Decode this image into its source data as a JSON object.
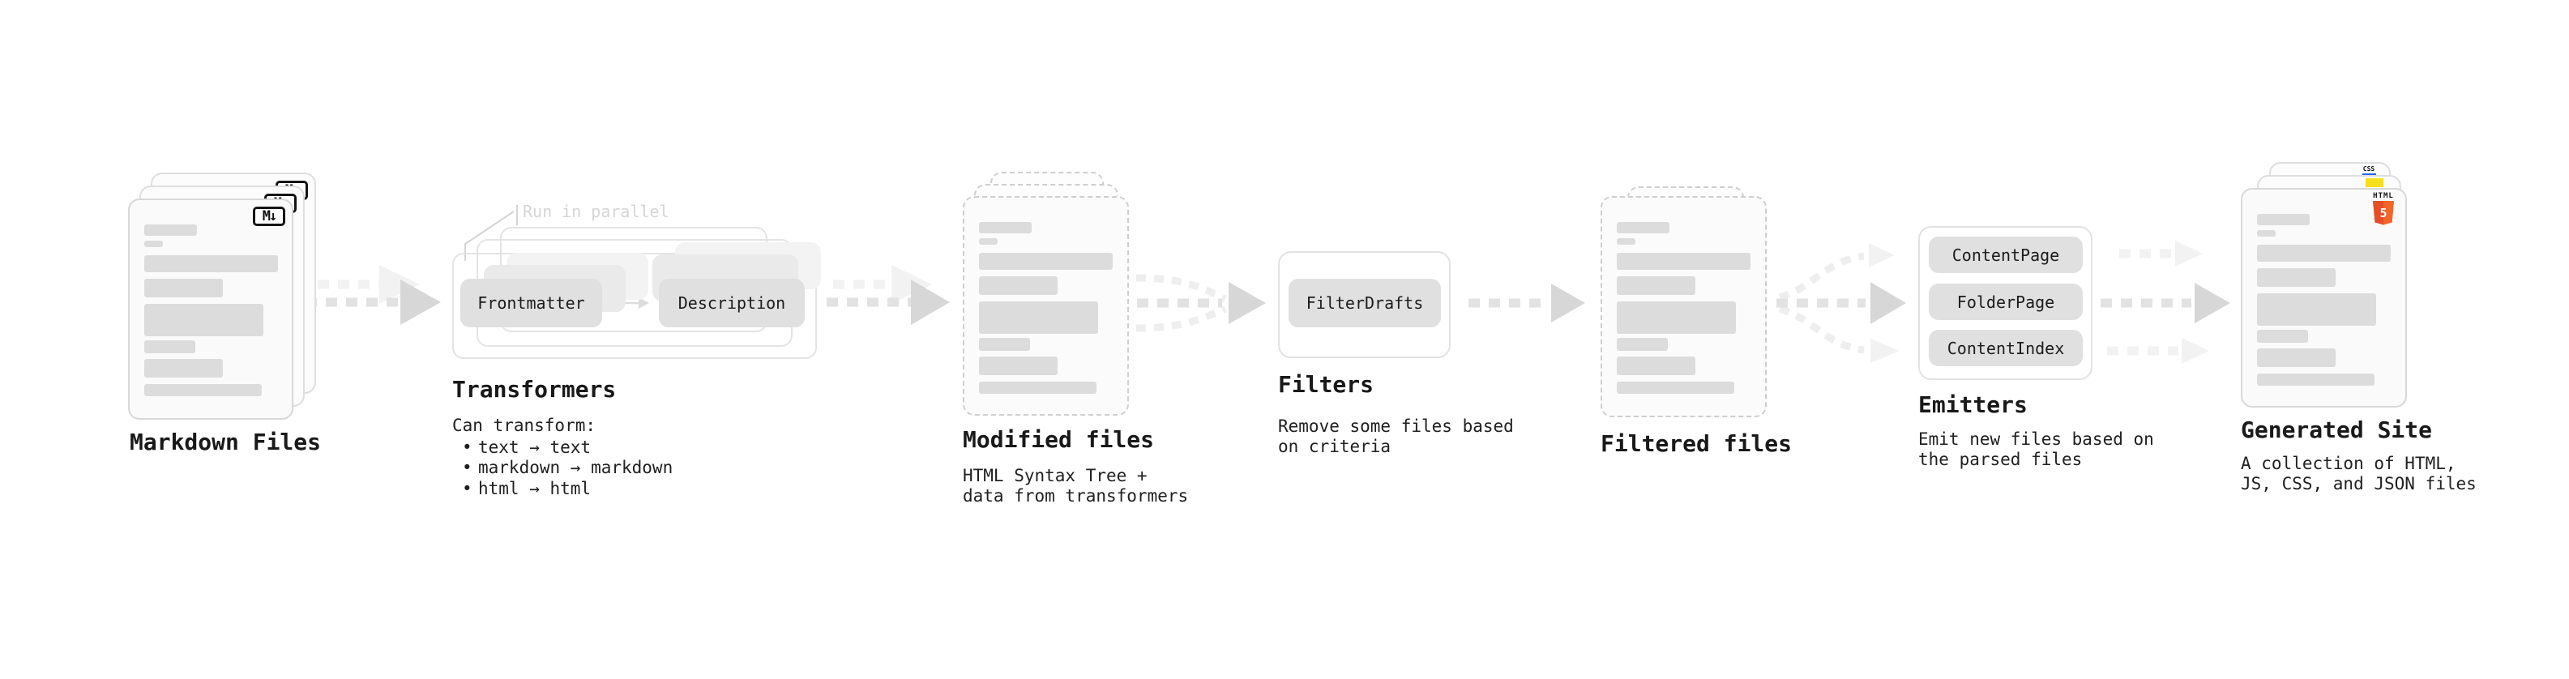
{
  "stages": {
    "markdown": {
      "label": "Markdown Files"
    },
    "transformers": {
      "label": "Transformers",
      "annotation": "Run in parallel",
      "buttons": [
        "Frontmatter",
        "Description"
      ],
      "sub_title": "Can transform:",
      "bullet_marker": "•",
      "bullets": [
        "text → text",
        "markdown → markdown",
        "html → html"
      ]
    },
    "modified": {
      "label": "Modified files",
      "sub": [
        "HTML Syntax Tree +",
        "data from transformers"
      ]
    },
    "filters": {
      "label": "Filters",
      "button": "FilterDrafts",
      "sub": [
        "Remove some files based",
        "on criteria"
      ]
    },
    "filtered": {
      "label": "Filtered files"
    },
    "emitters": {
      "label": "Emitters",
      "buttons": [
        "ContentPage",
        "FolderPage",
        "ContentIndex"
      ],
      "sub": [
        "Emit new files based on",
        "the parsed files"
      ]
    },
    "generated": {
      "label": "Generated Site",
      "sub": [
        "A collection of HTML,",
        "JS, CSS, and JSON files"
      ]
    }
  },
  "badges": {
    "markdown": "M↓",
    "html5_top": "HTML",
    "html5_number": "5",
    "css": "CSS"
  },
  "colors": {
    "html5_orange_left": "#e44d26",
    "html5_orange_right": "#f16529",
    "js_yellow": "#f7df1e",
    "css_blue": "#2965f1"
  }
}
